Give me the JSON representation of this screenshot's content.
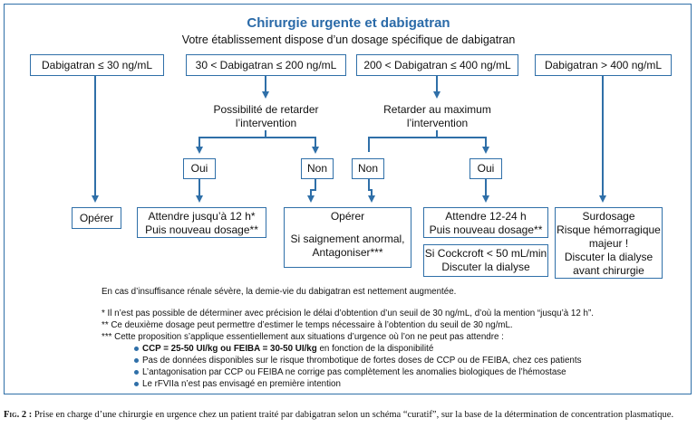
{
  "title": "Chirurgie urgente et dabigatran",
  "subtitle": "Votre établissement dispose d’un dosage spécifique de dabigatran",
  "top_boxes": [
    "Dabigatran ≤ 30 ng/mL",
    "30 < Dabigatran ≤ 200 ng/mL",
    "200 < Dabigatran ≤ 400 ng/mL",
    "Dabigatran > 400 ng/mL"
  ],
  "decisions": {
    "left": [
      "Possibilité de retarder",
      "l’intervention"
    ],
    "right": [
      "Retarder au maximum",
      "l’intervention"
    ]
  },
  "choices": {
    "yes": "Oui",
    "no": "Non"
  },
  "outcomes": {
    "operer": "Opérer",
    "attendre12": [
      "Attendre jusqu’à 12 h*",
      "Puis nouveau dosage**"
    ],
    "operer_centre": [
      "Opérer",
      "",
      "Si saignement anormal,",
      "Antagoniser***"
    ],
    "attendre12_24": [
      "Attendre 12-24 h",
      "Puis nouveau dosage**"
    ],
    "cockcroft": [
      "Si Cockcroft < 50 mL/min",
      "Discuter la dialyse"
    ],
    "surdosage": [
      "Surdosage",
      "Risque hémorragique",
      "majeur !",
      "Discuter la dialyse",
      "avant chirurgie"
    ]
  },
  "notes": {
    "renal": "En cas d’insuffisance rénale sévère, la demie-vie du dabigatran est nettement augmentée.",
    "star1": "* Il n’est pas possible de déterminer avec précision le délai d’obtention d’un seuil de 30 ng/mL, d’où la mention “jusqu’à 12 h”.",
    "star2": "** Ce deuxième dosage peut permettre d’estimer le temps nécessaire à l’obtention du seuil de 30 ng/mL.",
    "star3": "*** Cette proposition s’applique essentiellement aux situations d’urgence où l’on ne peut pas attendre :",
    "bullets": [
      {
        "bold": "CCP = 25-50 UI/kg ou FEIBA = 30-50 UI/kg",
        "text": " en fonction de la disponibilité"
      },
      {
        "bold": "",
        "text": "Pas de données disponibles sur le risque thrombotique de fortes doses de CCP ou de FEIBA, chez ces patients"
      },
      {
        "bold": "",
        "text": "L’antagonisation par CCP ou FEIBA ne corrige pas complètement les anomalies biologiques de l’hémostase"
      },
      {
        "bold": "",
        "text": "Le rFVIIa n’est pas envisagé en première intention"
      }
    ]
  },
  "caption": {
    "label": "Fig. 2 :",
    "text": " Prise en charge d’une chirurgie en urgence chez un patient traité par dabigatran selon un schéma “curatif”, sur la base de la détermination de concentration plasmatique."
  },
  "colors": {
    "accent": "#2f6fa8",
    "title": "#2a6aa8"
  }
}
